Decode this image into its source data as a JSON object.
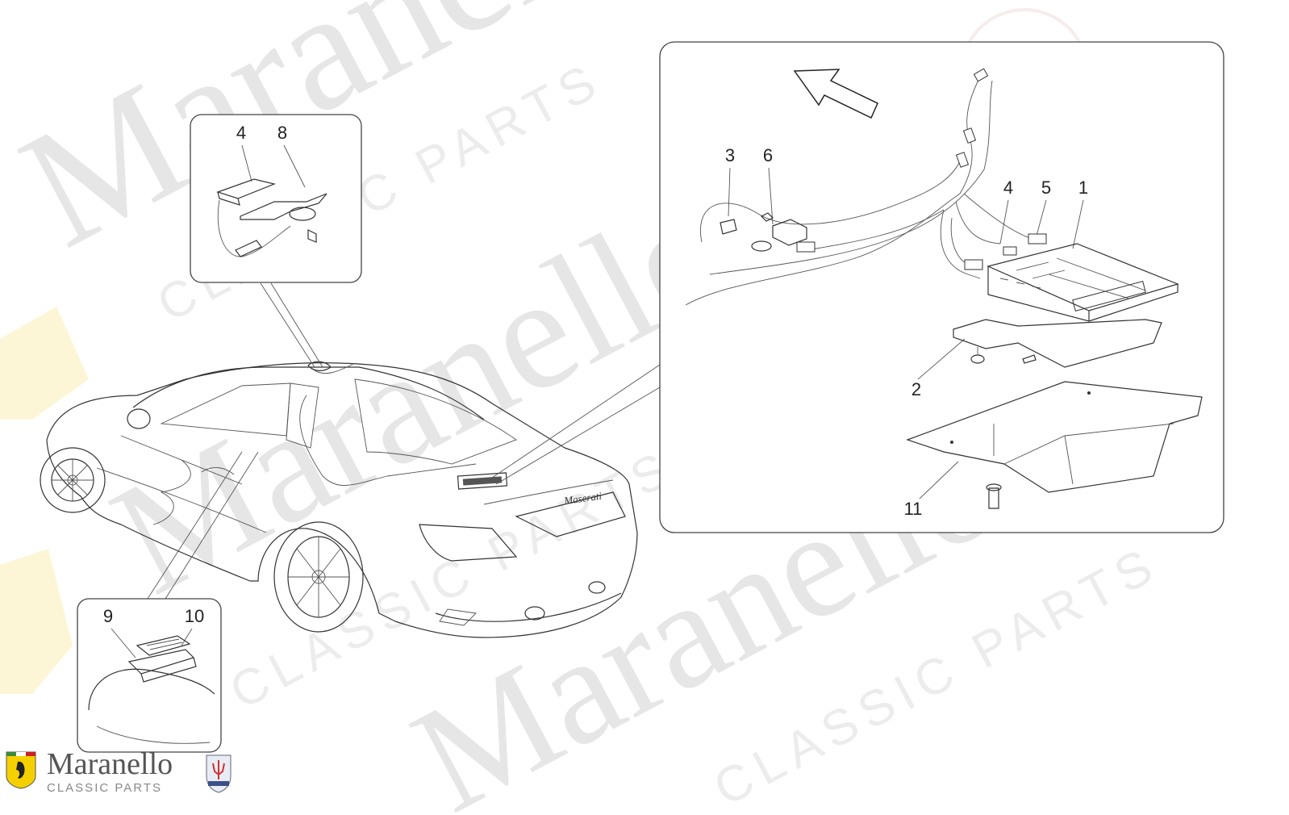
{
  "watermark": {
    "brand": "Maranello",
    "tagline": "CLASSIC PARTS"
  },
  "logo": {
    "name": "Maranello",
    "subtitle": "CLASSIC PARTS",
    "emblem_left": "ferrari-shield-icon",
    "emblem_right": "maserati-trident-icon"
  },
  "callouts": {
    "top_left_inset": [
      "4",
      "8"
    ],
    "bottom_left_inset": [
      "9",
      "10"
    ],
    "main_panel": {
      "c1": "1",
      "c2": "2",
      "c3": "3",
      "c4": "4",
      "c5": "5",
      "c6": "6",
      "c11": "11"
    }
  },
  "car_badge": "Maserati",
  "colors": {
    "line": "#333333",
    "watermark": "#e6e6e6",
    "ferrari_yellow": "#f5d000"
  }
}
